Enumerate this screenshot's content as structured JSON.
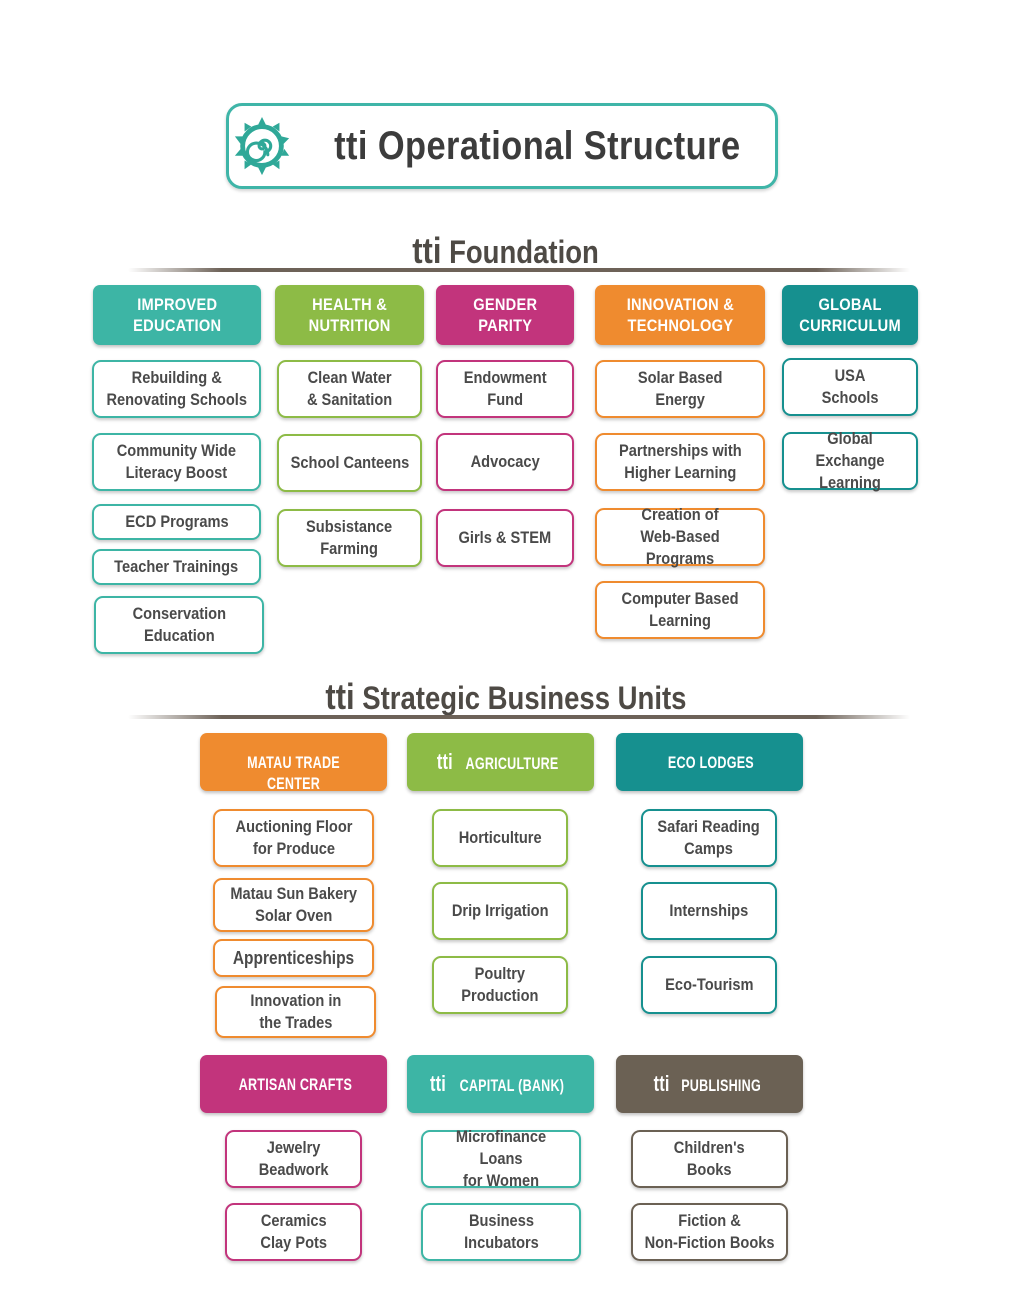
{
  "banner": {
    "brand": "tti",
    "title": "Operational Structure"
  },
  "foundation": {
    "brand": "tti",
    "title": "Foundation",
    "categories": [
      {
        "label": "IMPROVED\nEDUCATION",
        "color": "#3db5a5",
        "items": [
          "Rebuilding &\nRenovating Schools",
          "Community Wide\nLiteracy Boost",
          "ECD Programs",
          "Teacher Trainings",
          "Conservation\nEducation"
        ]
      },
      {
        "label": "HEALTH &\nNUTRITION",
        "color": "#8dbb46",
        "items": [
          "Clean Water\n& Sanitation",
          "School Canteens",
          "Subsistance\nFarming"
        ]
      },
      {
        "label": "GENDER\nPARITY",
        "color": "#c2347c",
        "items": [
          "Endowment\nFund",
          "Advocacy",
          "Girls & STEM"
        ]
      },
      {
        "label": "INNOVATION &\nTECHNOLOGY",
        "color": "#ef8b2f",
        "items": [
          "Solar Based\nEnergy",
          "Partnerships with\nHigher Learning",
          "Creation of\nWeb-Based Programs",
          "Computer Based\nLearning"
        ]
      },
      {
        "label": "GLOBAL\nCURRICULUM",
        "color": "#16908f",
        "items": [
          "USA\nSchools",
          "Global Exchange\nLearning"
        ]
      }
    ]
  },
  "business": {
    "brand": "tti",
    "title": "Strategic Business Units",
    "units": [
      {
        "brand": "",
        "label": "MATAU TRADE CENTER",
        "color": "#ef8b2f",
        "items": [
          "Auctioning Floor\nfor Produce",
          "Matau Sun Bakery\nSolar Oven",
          "Apprenticeships",
          "Innovation in\nthe Trades"
        ]
      },
      {
        "brand": "tti",
        "label": "AGRICULTURE",
        "color": "#8dbb46",
        "items": [
          "Horticulture",
          "Drip Irrigation",
          "Poultry\nProduction"
        ]
      },
      {
        "brand": "",
        "label": "ECO LODGES",
        "color": "#16908f",
        "items": [
          "Safari Reading\nCamps",
          "Internships",
          "Eco-Tourism"
        ]
      },
      {
        "brand": "",
        "label": "ARTISAN CRAFTS",
        "color": "#c2347c",
        "items": [
          "Jewelry\nBeadwork",
          "Ceramics\nClay Pots"
        ]
      },
      {
        "brand": "tti",
        "label": "CAPITAL (BANK)",
        "color": "#3db5a5",
        "items": [
          "Microfinance Loans\nfor Women",
          "Business\nIncubators"
        ]
      },
      {
        "brand": "tti",
        "label": "PUBLISHING",
        "color": "#6b6154",
        "items": [
          "Children's\nBooks",
          "Fiction &\nNon-Fiction Books"
        ]
      }
    ]
  }
}
